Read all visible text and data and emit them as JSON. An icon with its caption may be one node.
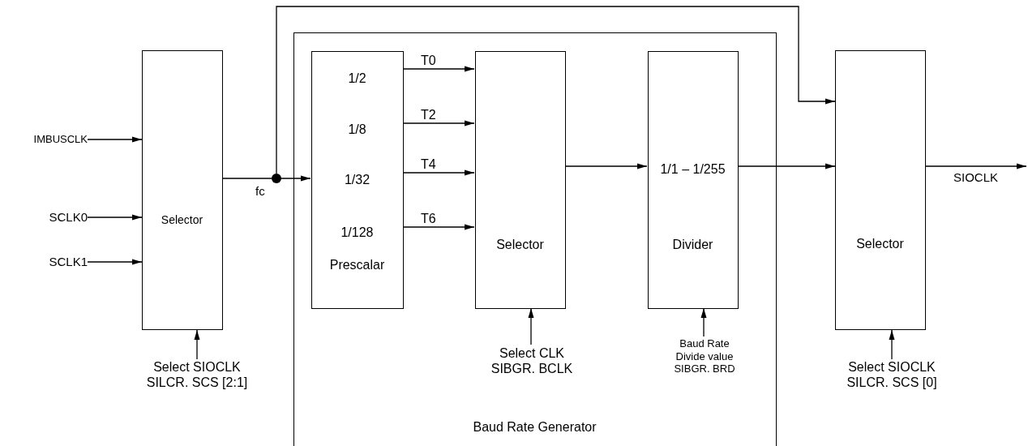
{
  "diagram": {
    "nodes": [
      {
        "text": [
          "Baud Rate Generator"
        ]
      },
      {
        "text": [
          "Selector"
        ]
      },
      {
        "text": [
          "1/2",
          "1/8",
          "1/32",
          "1/128",
          "Prescalar"
        ],
        "in": 0
      },
      {
        "text": [
          "Selector"
        ],
        "in": 0
      },
      {
        "text": [
          "1/1 – 1/255",
          "Divider"
        ],
        "in": 0
      },
      {
        "text": [
          "Selector"
        ]
      },
      {
        "text": [
          "IMBUSCLK"
        ]
      },
      {
        "text": [
          "SCLK0"
        ]
      },
      {
        "text": [
          "SCLK1"
        ]
      },
      {
        "text": [
          "Select SIOCLK SILCR. SCS [2:1]"
        ]
      },
      {
        "text": [
          "Select CLK SIBGR. BCLK"
        ],
        "in": 0
      },
      {
        "text": [
          "Baud Rate Divide value SIBGR. BRD"
        ],
        "in": 0
      },
      {
        "text": [
          "Select SIOCLK SILCR. SCS [0]"
        ]
      },
      {
        "text": [],
        "shape": "circle"
      }
    ],
    "edges": [
      {
        "from": 6,
        "to": 1,
        "arrow": "to"
      },
      {
        "from": 7,
        "to": 1,
        "arrow": "to"
      },
      {
        "from": 8,
        "to": 1,
        "arrow": "to"
      },
      {
        "from": 9,
        "to": 1,
        "arrow": "to"
      },
      {
        "from": 1,
        "to": 13,
        "arrow": "none",
        "label": "fc"
      },
      {
        "from": 13,
        "to": 2,
        "arrow": "to"
      },
      {
        "from": 13,
        "to": 5,
        "arrow": "to"
      },
      {
        "from": 2,
        "to": 3,
        "arrow": "to",
        "label": "T0"
      },
      {
        "from": 2,
        "to": 3,
        "arrow": "to",
        "label": "T2"
      },
      {
        "from": 2,
        "to": 3,
        "arrow": "to",
        "label": "T4"
      },
      {
        "from": 2,
        "to": 3,
        "arrow": "to",
        "label": "T6"
      },
      {
        "from": 10,
        "to": 3,
        "arrow": "to"
      },
      {
        "from": 3,
        "to": 4,
        "arrow": "to"
      },
      {
        "from": 11,
        "to": 4,
        "arrow": "to"
      },
      {
        "from": 4,
        "to": 5,
        "arrow": "to"
      },
      {
        "from": 5,
        "to": null,
        "arrow": "to",
        "label": "SIOCLK"
      },
      {
        "from": 12,
        "to": 5,
        "arrow": "to"
      }
    ]
  }
}
